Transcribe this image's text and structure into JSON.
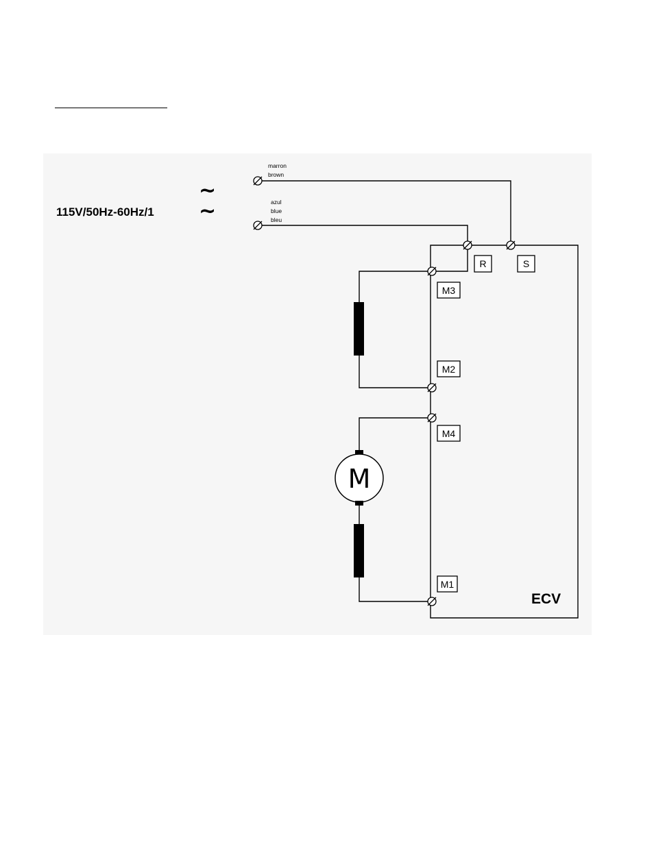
{
  "supply": {
    "voltage_label": "115V/50Hz-60Hz/1",
    "tilde_symbol": "~"
  },
  "wires": {
    "top": [
      "marron",
      "brown"
    ],
    "bottom": [
      "azul",
      "blue",
      "bleu"
    ]
  },
  "terminals": {
    "r": "R",
    "s": "S",
    "m3": "M3",
    "m2": "M2",
    "m4": "M4",
    "m1": "M1"
  },
  "motor": {
    "letter": "M"
  },
  "unit": {
    "label": "ECV"
  }
}
